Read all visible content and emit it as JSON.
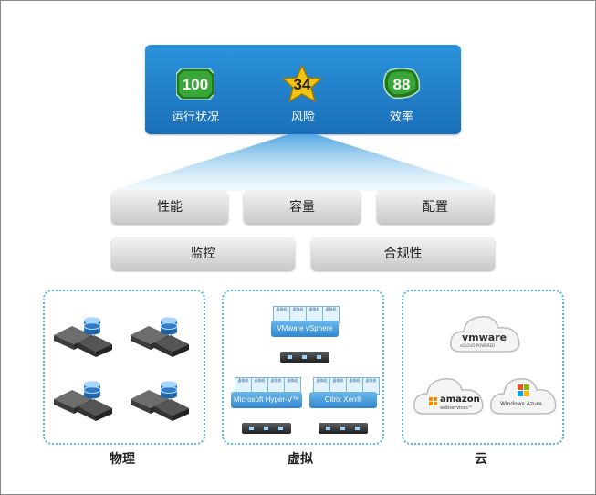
{
  "metrics": [
    {
      "value": "100",
      "label": "运行状况",
      "color": "#2e8b2e"
    },
    {
      "value": "34",
      "label": "风险",
      "color": "#f3c316"
    },
    {
      "value": "88",
      "label": "效率",
      "color": "#2e8b2e"
    }
  ],
  "categories_row1": [
    "性能",
    "容量",
    "配置"
  ],
  "categories_row2": [
    "监控",
    "合规性"
  ],
  "groups": {
    "physical": {
      "label": "物理"
    },
    "virtual": {
      "label": "虚拟",
      "vm_label": "虚拟机",
      "hypervisors": [
        "VMware vSphere",
        "Microsoft Hyper-V™",
        "Citrix Xen®"
      ]
    },
    "cloud": {
      "label": "云",
      "providers": {
        "vmware_logo": "vmware",
        "vmware_sub": "vCLOUD POWERED",
        "amazon_logo": "amazon",
        "amazon_sub": "webservices™",
        "azure_logo": "Windows Azure"
      }
    }
  }
}
